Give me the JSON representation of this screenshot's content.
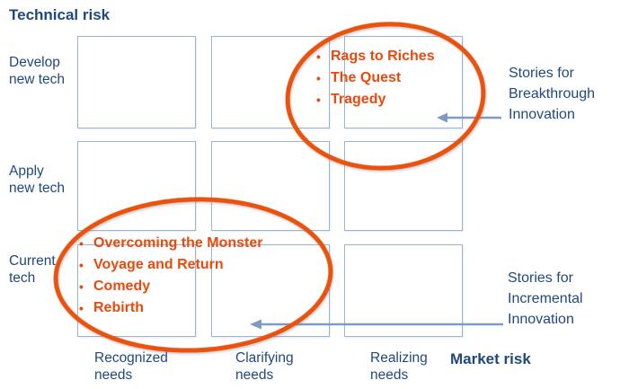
{
  "colors": {
    "navy": "#1F497D",
    "grid_border": "#9DB3D4",
    "orange": "#E8490C",
    "ellipse_orange": "#EA520E",
    "arrow_blue": "#7E9AC6"
  },
  "axes": {
    "y_title": "Technical risk",
    "x_title": "Market risk",
    "row_labels": [
      "Develop\nnew tech",
      "Apply\nnew tech",
      "Current\ntech"
    ],
    "col_labels": [
      "Recognized\nneeds",
      "Clarifying\nneeds",
      "Realizing\nneeds"
    ]
  },
  "breakthrough": {
    "stories": [
      "Rags to Riches",
      "The Quest",
      "Tragedy"
    ],
    "caption": "Stories for\nBreakthrough\nInnovation"
  },
  "incremental": {
    "stories": [
      "Overcoming the Monster",
      "Voyage and Return",
      "Comedy",
      "Rebirth"
    ],
    "caption": "Stories for\nIncremental\nInnovation"
  }
}
